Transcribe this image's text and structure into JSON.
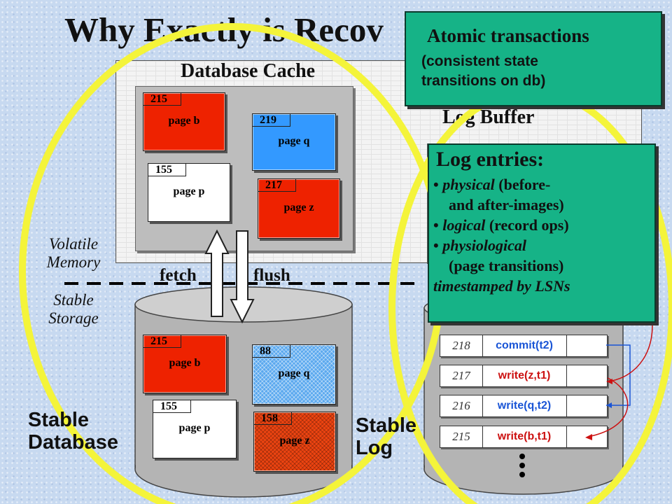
{
  "title": "Why Exactly is Recov",
  "database_cache": {
    "label": "Database Cache",
    "pages": [
      {
        "lsn": "215",
        "name": "page b"
      },
      {
        "lsn": "219",
        "name": "page q"
      },
      {
        "lsn": "155",
        "name": "page p"
      },
      {
        "lsn": "217",
        "name": "page z"
      }
    ]
  },
  "stable_database": {
    "label_line1": "Stable",
    "label_line2": "Database",
    "pages": [
      {
        "lsn": "215",
        "name": "page b"
      },
      {
        "lsn": "88",
        "name": "page q"
      },
      {
        "lsn": "155",
        "name": "page p"
      },
      {
        "lsn": "158",
        "name": "page z"
      }
    ]
  },
  "memory_labels": {
    "volatile_1": "Volatile",
    "volatile_2": "Memory",
    "stable_1": "Stable",
    "stable_2": "Storage"
  },
  "arrows": {
    "fetch": "fetch",
    "flush": "flush"
  },
  "log_buffer": {
    "label": "Log Buffer"
  },
  "stable_log": {
    "label_line1": "Stable",
    "label_line2": "Log",
    "records": [
      {
        "lsn": "218",
        "op": "commit(t2)",
        "color": "#1a55d6"
      },
      {
        "lsn": "217",
        "op": "write(z,t1)",
        "color": "#cc1111"
      },
      {
        "lsn": "216",
        "op": "write(q,t2)",
        "color": "#1a55d6"
      },
      {
        "lsn": "215",
        "op": "write(b,t1)",
        "color": "#cc1111"
      }
    ]
  },
  "atomic_box": {
    "heading": "Atomic transactions",
    "line1": "(consistent state",
    "line2": "transitions on db)"
  },
  "log_entries_box": {
    "heading": "Log entries:",
    "b1_em": "physical",
    "b1_rest": " (before-",
    "b1_line2": "and after-images)",
    "b2_em": "logical",
    "b2_rest": " (record ops)",
    "b3_em": "physiological",
    "b3_line2": "(page transitions)",
    "footer": "timestamped by LSNs"
  },
  "colors": {
    "accent_green": "#16b387",
    "ellipse": "#f4f43a",
    "red_page": "#ee2200",
    "blue_page": "#3399ff"
  }
}
